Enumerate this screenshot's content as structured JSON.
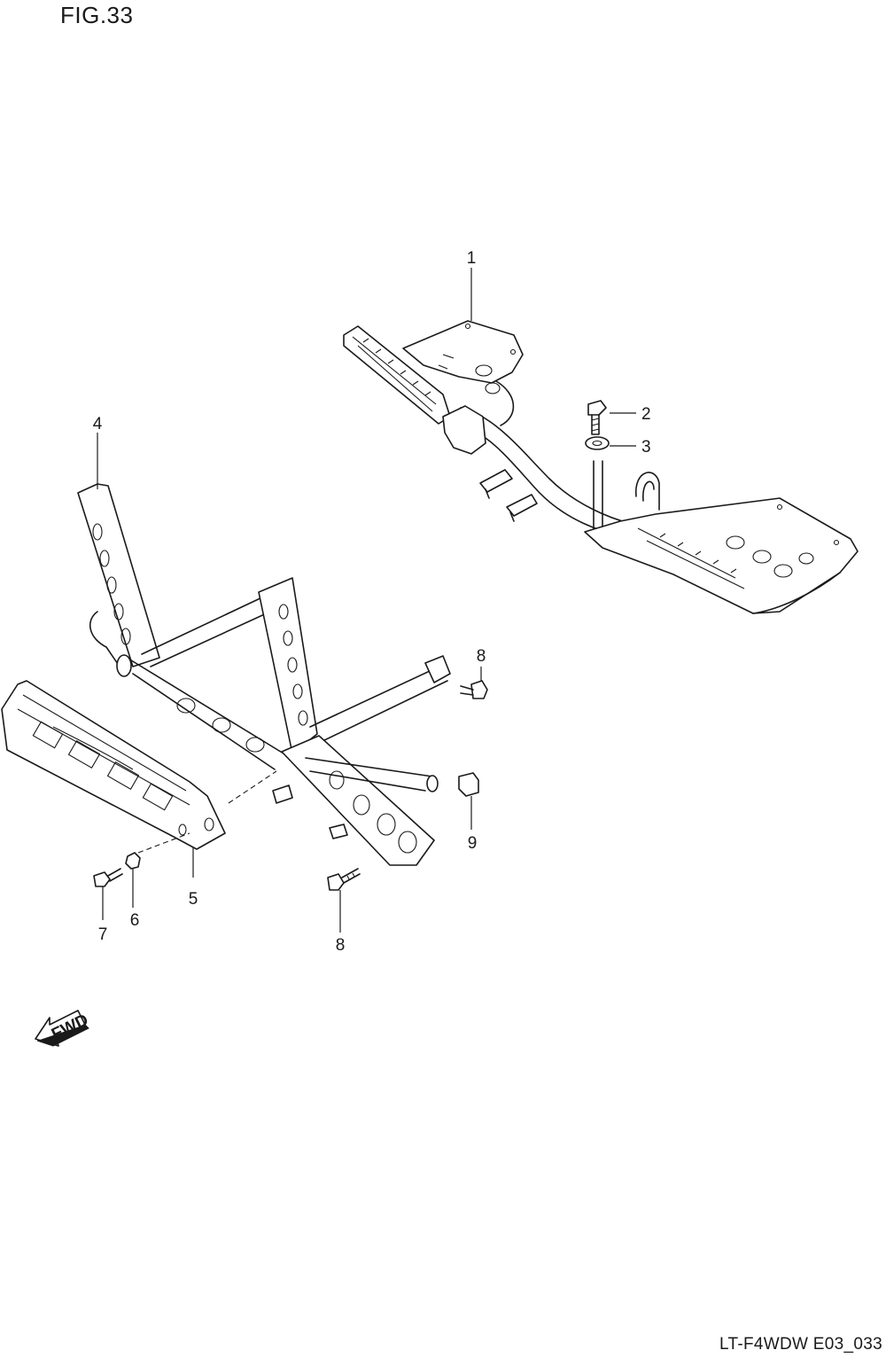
{
  "figure": {
    "title": "FIG.33",
    "code": "LT-F4WDW E03_033"
  },
  "fwd_indicator": {
    "label": "FWD",
    "icon": "fwd-arrow-icon"
  },
  "callouts": [
    {
      "id": "1",
      "part": "footrest-bracket-assembly"
    },
    {
      "id": "2",
      "part": "bolt"
    },
    {
      "id": "3",
      "part": "washer"
    },
    {
      "id": "4",
      "part": "front-guard-frame"
    },
    {
      "id": "5",
      "part": "front-guard-cover"
    },
    {
      "id": "6",
      "part": "nut"
    },
    {
      "id": "7",
      "part": "bolt"
    },
    {
      "id": "8",
      "part": "bolt"
    },
    {
      "id": "8b",
      "label": "8",
      "part": "bolt"
    },
    {
      "id": "9",
      "part": "cushion"
    }
  ],
  "colors": {
    "line": "#1a1a1a",
    "background": "#ffffff"
  }
}
